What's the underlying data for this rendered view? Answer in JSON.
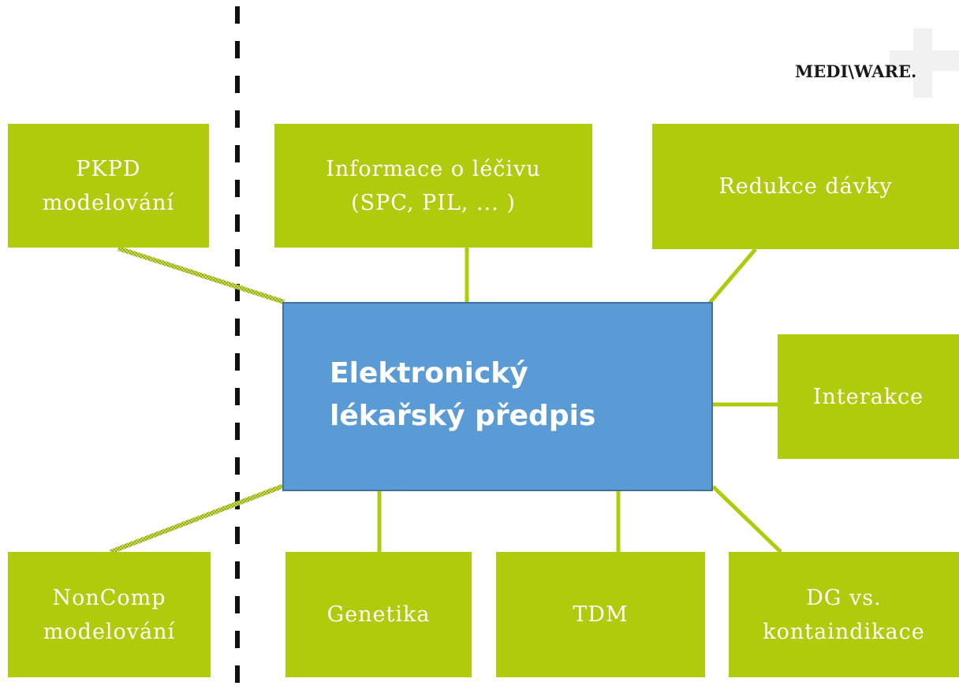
{
  "logo": {
    "text": "MEDI\\WARE."
  },
  "center": {
    "line1": "Elektronický",
    "line2": "lékařský předpis"
  },
  "nodes": {
    "pkpd": {
      "line1": "PKPD",
      "line2": "modelování"
    },
    "informace": {
      "line1": "Informace o léčivu",
      "line2": "(SPC, PIL, ... )"
    },
    "redukce": {
      "label": "Redukce dávky"
    },
    "interakce": {
      "label": "Interakce"
    },
    "noncomp": {
      "line1": "NonComp",
      "line2": "modelování"
    },
    "genetika": {
      "label": "Genetika"
    },
    "tdm": {
      "label": "TDM"
    },
    "dg": {
      "line1": "DG vs.",
      "line2": "kontaindikace"
    }
  },
  "colors": {
    "node_green": "#afcb0c",
    "center_blue": "#5b9bd5",
    "center_border": "#41719c",
    "connector_green": "#afcb0c",
    "logo_accent": "#d11f1f",
    "divider": "#111111"
  }
}
